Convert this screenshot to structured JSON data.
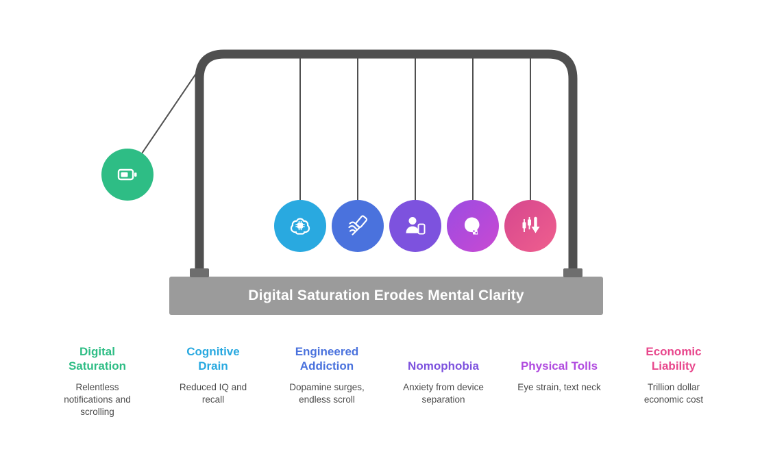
{
  "base": {
    "label": "Digital Saturation Erodes Mental Clarity"
  },
  "colors": {
    "frame": "#4f4f4f",
    "base_bar": "#9b9b9b",
    "green": "#2ebd85",
    "cyan": "#29a9e0",
    "blue": "#4a72dd",
    "purple": "#7d52de",
    "violet": "#b04adf",
    "pink": "#e8478c"
  },
  "pendulum": {
    "swung_ball": {
      "icon": "battery-icon",
      "color": "#2ebd85"
    },
    "hanging_balls": [
      {
        "icon": "brain-chip-icon",
        "color": "#29a9e0"
      },
      {
        "icon": "hand-phone-icon",
        "color": "#4a72dd"
      },
      {
        "icon": "person-device-icon",
        "color": "#7d52de"
      },
      {
        "icon": "head-profile-icon",
        "color": "#b04adf"
      },
      {
        "icon": "candlestick-down-icon",
        "color": "#e8478c"
      }
    ]
  },
  "legend": {
    "items": [
      {
        "title": "Digital Saturation",
        "description": "Relentless notifications and scrolling",
        "color": "#2ebd85"
      },
      {
        "title": "Cognitive Drain",
        "description": "Reduced IQ and recall",
        "color": "#29a9e0"
      },
      {
        "title": "Engineered Addiction",
        "description": "Dopamine surges, endless scroll",
        "color": "#4a72dd"
      },
      {
        "title": "Nomophobia",
        "description": "Anxiety from device separation",
        "color": "#7d52de"
      },
      {
        "title": "Physical Tolls",
        "description": "Eye strain, text neck",
        "color": "#b04adf"
      },
      {
        "title": "Economic Liability",
        "description": "Trillion dollar economic cost",
        "color": "#e8478c"
      }
    ]
  }
}
